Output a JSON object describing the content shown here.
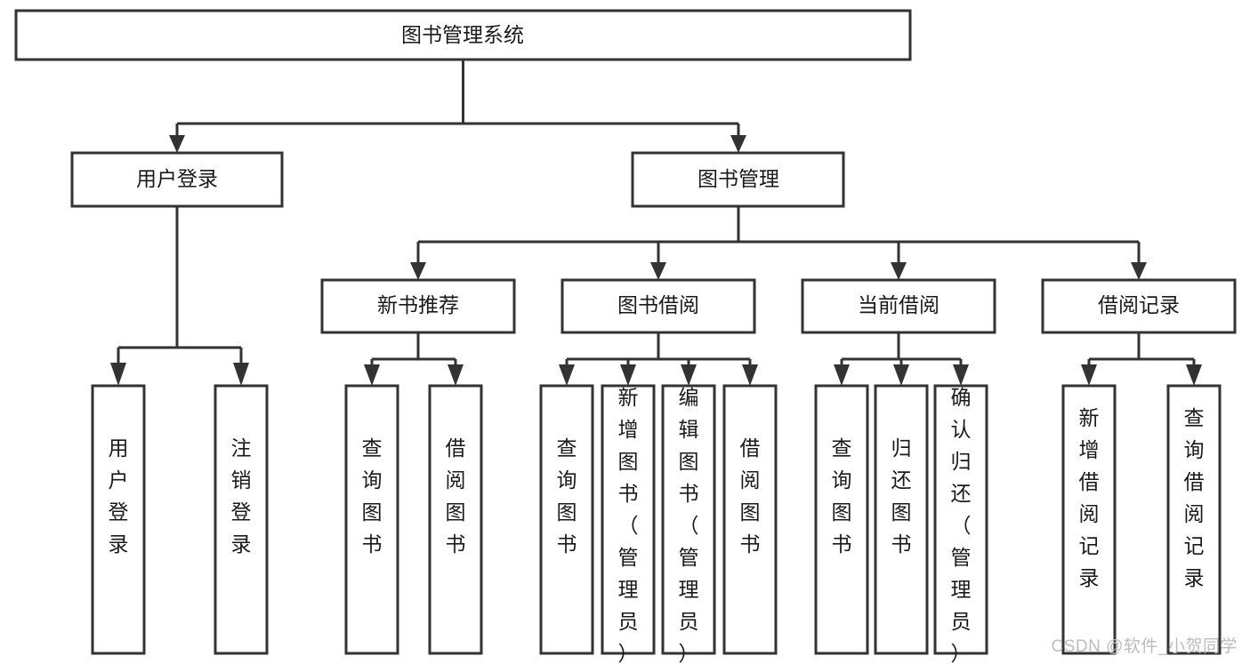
{
  "diagram": {
    "type": "hierarchy-tree",
    "title": "图书管理系统",
    "orientation": "top-down",
    "watermark": "CSDN @软件_小贺同学",
    "colors": {
      "box_stroke": "#333333",
      "box_fill": "#ffffff",
      "text": "#1a1a1a",
      "watermark": "#b9bcc2",
      "background": "#ffffff"
    },
    "levels": [
      {
        "level": 1,
        "nodes": [
          {
            "id": "root",
            "label": "图书管理系统",
            "orientation": "horizontal"
          }
        ]
      },
      {
        "level": 2,
        "nodes": [
          {
            "id": "login",
            "label": "用户登录",
            "orientation": "horizontal",
            "parent": "root"
          },
          {
            "id": "bookmgmt",
            "label": "图书管理",
            "orientation": "horizontal",
            "parent": "root"
          }
        ]
      },
      {
        "level": 3,
        "nodes": [
          {
            "id": "newbook",
            "label": "新书推荐",
            "orientation": "horizontal",
            "parent": "bookmgmt"
          },
          {
            "id": "borrow",
            "label": "图书借阅",
            "orientation": "horizontal",
            "parent": "bookmgmt"
          },
          {
            "id": "current",
            "label": "当前借阅",
            "orientation": "horizontal",
            "parent": "bookmgmt"
          },
          {
            "id": "record",
            "label": "借阅记录",
            "orientation": "horizontal",
            "parent": "bookmgmt"
          }
        ]
      },
      {
        "level": 4,
        "nodes": [
          {
            "id": "leaf1",
            "label": "用户登录",
            "orientation": "vertical",
            "parent": "login"
          },
          {
            "id": "leaf2",
            "label": "注销登录",
            "orientation": "vertical",
            "parent": "login"
          },
          {
            "id": "leaf3",
            "label": "查询图书",
            "orientation": "vertical",
            "parent": "newbook"
          },
          {
            "id": "leaf4",
            "label": "借阅图书",
            "orientation": "vertical",
            "parent": "newbook"
          },
          {
            "id": "leaf5",
            "label": "查询图书",
            "orientation": "vertical",
            "parent": "borrow"
          },
          {
            "id": "leaf6",
            "label": "新增图书（管理员）",
            "orientation": "vertical",
            "parent": "borrow"
          },
          {
            "id": "leaf7",
            "label": "编辑图书（管理员）",
            "orientation": "vertical",
            "parent": "borrow"
          },
          {
            "id": "leaf8",
            "label": "借阅图书",
            "orientation": "vertical",
            "parent": "borrow"
          },
          {
            "id": "leaf9",
            "label": "查询图书",
            "orientation": "vertical",
            "parent": "current"
          },
          {
            "id": "leaf10",
            "label": "归还图书",
            "orientation": "vertical",
            "parent": "current"
          },
          {
            "id": "leaf11",
            "label": "确认归还（管理员）",
            "orientation": "vertical",
            "parent": "current"
          },
          {
            "id": "leaf12",
            "label": "新增借阅记录",
            "orientation": "vertical",
            "parent": "record"
          },
          {
            "id": "leaf13",
            "label": "查询借阅记录",
            "orientation": "vertical",
            "parent": "record"
          }
        ]
      }
    ],
    "edges": [
      {
        "from": "root",
        "to": "login"
      },
      {
        "from": "root",
        "to": "bookmgmt"
      },
      {
        "from": "bookmgmt",
        "to": "newbook"
      },
      {
        "from": "bookmgmt",
        "to": "borrow"
      },
      {
        "from": "bookmgmt",
        "to": "current"
      },
      {
        "from": "bookmgmt",
        "to": "record"
      },
      {
        "from": "login",
        "to": "leaf1"
      },
      {
        "from": "login",
        "to": "leaf2"
      },
      {
        "from": "newbook",
        "to": "leaf3"
      },
      {
        "from": "newbook",
        "to": "leaf4"
      },
      {
        "from": "borrow",
        "to": "leaf5"
      },
      {
        "from": "borrow",
        "to": "leaf6"
      },
      {
        "from": "borrow",
        "to": "leaf7"
      },
      {
        "from": "borrow",
        "to": "leaf8"
      },
      {
        "from": "current",
        "to": "leaf9"
      },
      {
        "from": "current",
        "to": "leaf10"
      },
      {
        "from": "current",
        "to": "leaf11"
      },
      {
        "from": "record",
        "to": "leaf12"
      },
      {
        "from": "record",
        "to": "leaf13"
      }
    ]
  }
}
